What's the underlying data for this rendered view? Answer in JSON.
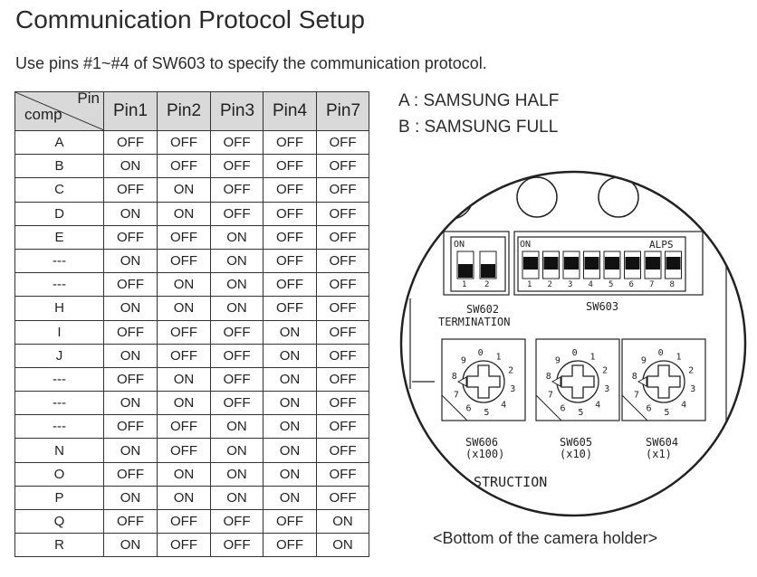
{
  "title": "Communication Protocol Setup",
  "intro": "Use pins #1~#4 of SW603 to specify the communication protocol.",
  "table": {
    "corner_top": "Pin",
    "corner_bottom": "comp",
    "columns": [
      "Pin1",
      "Pin2",
      "Pin3",
      "Pin4",
      "Pin7"
    ],
    "rows": [
      {
        "comp": "A",
        "values": [
          "OFF",
          "OFF",
          "OFF",
          "OFF",
          "OFF"
        ]
      },
      {
        "comp": "B",
        "values": [
          "ON",
          "OFF",
          "OFF",
          "OFF",
          "OFF"
        ]
      },
      {
        "comp": "C",
        "values": [
          "OFF",
          "ON",
          "OFF",
          "OFF",
          "OFF"
        ]
      },
      {
        "comp": "D",
        "values": [
          "ON",
          "ON",
          "OFF",
          "OFF",
          "OFF"
        ]
      },
      {
        "comp": "E",
        "values": [
          "OFF",
          "OFF",
          "ON",
          "OFF",
          "OFF"
        ]
      },
      {
        "comp": "---",
        "values": [
          "ON",
          "OFF",
          "ON",
          "OFF",
          "OFF"
        ]
      },
      {
        "comp": "---",
        "values": [
          "OFF",
          "ON",
          "ON",
          "OFF",
          "OFF"
        ]
      },
      {
        "comp": "H",
        "values": [
          "ON",
          "ON",
          "ON",
          "OFF",
          "OFF"
        ]
      },
      {
        "comp": "I",
        "values": [
          "OFF",
          "OFF",
          "OFF",
          "ON",
          "OFF"
        ]
      },
      {
        "comp": "J",
        "values": [
          "ON",
          "OFF",
          "OFF",
          "ON",
          "OFF"
        ]
      },
      {
        "comp": "---",
        "values": [
          "OFF",
          "ON",
          "OFF",
          "ON",
          "OFF"
        ]
      },
      {
        "comp": "---",
        "values": [
          "ON",
          "ON",
          "OFF",
          "ON",
          "OFF"
        ]
      },
      {
        "comp": "---",
        "values": [
          "OFF",
          "OFF",
          "ON",
          "ON",
          "OFF"
        ]
      },
      {
        "comp": "N",
        "values": [
          "ON",
          "OFF",
          "ON",
          "ON",
          "OFF"
        ]
      },
      {
        "comp": "O",
        "values": [
          "OFF",
          "ON",
          "ON",
          "ON",
          "OFF"
        ]
      },
      {
        "comp": "P",
        "values": [
          "ON",
          "ON",
          "ON",
          "ON",
          "OFF"
        ]
      },
      {
        "comp": "Q",
        "values": [
          "OFF",
          "OFF",
          "OFF",
          "OFF",
          "ON"
        ]
      },
      {
        "comp": "R",
        "values": [
          "ON",
          "OFF",
          "OFF",
          "OFF",
          "ON"
        ]
      }
    ]
  },
  "legend": [
    "A : SAMSUNG HALF",
    "B : SAMSUNG FULL"
  ],
  "diagram": {
    "sw602": {
      "on": "ON",
      "pins": [
        "1",
        "2"
      ],
      "name": "SW602",
      "sub": "TERMINATION"
    },
    "sw603": {
      "on": "ON",
      "brand": "ALPS",
      "pins": [
        "1",
        "2",
        "3",
        "4",
        "5",
        "6",
        "7",
        "8"
      ],
      "name": "SW603"
    },
    "rotary": [
      {
        "name": "SW606",
        "mult": "(x100)"
      },
      {
        "name": "SW605",
        "mult": "(x10)"
      },
      {
        "name": "SW604",
        "mult": "(x1)"
      }
    ],
    "dial_digits": [
      "1",
      "2",
      "3",
      "4",
      "5",
      "6",
      "7",
      "8",
      "9",
      "0"
    ],
    "partial_label": "STRUCTION"
  },
  "caption": "<Bottom of the camera holder>"
}
